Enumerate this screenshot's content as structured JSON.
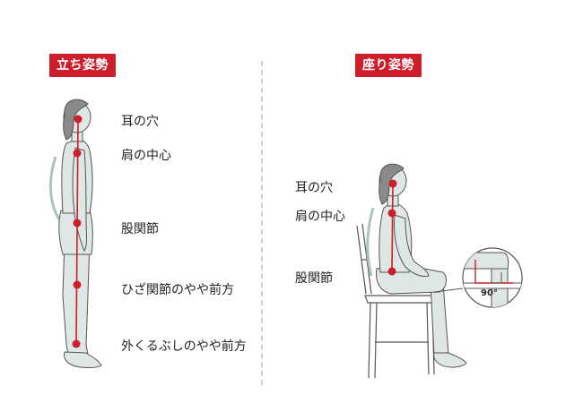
{
  "standing": {
    "title": "立ち姿勢",
    "points": [
      "耳の穴",
      "肩の中心",
      "股関節",
      "ひざ関節のやや前方",
      "外くるぶしのやや前方"
    ]
  },
  "sitting": {
    "title": "座り姿勢",
    "points": [
      "耳の穴",
      "肩の中心",
      "股関節"
    ],
    "knee_angle": "90°"
  },
  "colors": {
    "accent": "#cc1e2b",
    "figure_fill": "#dfe6e6",
    "outline": "#555555",
    "hair": "#8a8a8a",
    "spine_curve": "#a9c3c3"
  }
}
